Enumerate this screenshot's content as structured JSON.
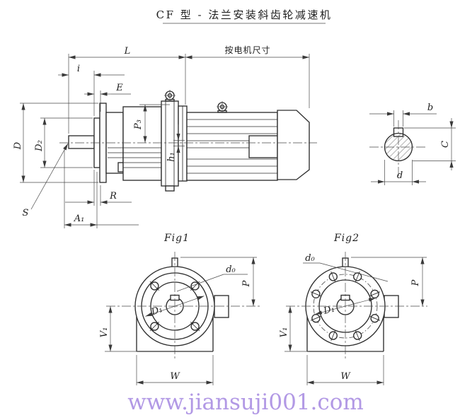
{
  "title": {
    "text": "CF 型 - 法兰安装斜齿轮减速机"
  },
  "watermark": {
    "text": "www.jiansuji001.com",
    "color": "#b299e5"
  },
  "colors": {
    "outline": "#2e2e2e",
    "dimension": "#4a4a4a",
    "background": "#ffffff"
  },
  "side_view": {
    "labels": {
      "L": "L",
      "motor_extent": "按电机尺寸",
      "i": "i",
      "E": "E",
      "D": "D",
      "D2": "D₂",
      "P3": "P₃",
      "h1": "h₁",
      "R": "R",
      "S": "S",
      "A1": "A₁"
    }
  },
  "shaft_section": {
    "labels": {
      "b": "b",
      "C": "C",
      "d": "d"
    }
  },
  "fig1": {
    "caption": "Fig1",
    "bolt_count": 4,
    "labels": {
      "d0": "d₀",
      "D1": "D₁",
      "P": "P",
      "V1": "V₁",
      "W": "W"
    }
  },
  "fig2": {
    "caption": "Fig2",
    "bolt_count": 8,
    "labels": {
      "d0": "d₀",
      "D1": "D₁",
      "P": "P",
      "V1": "V₁",
      "W": "W"
    }
  }
}
